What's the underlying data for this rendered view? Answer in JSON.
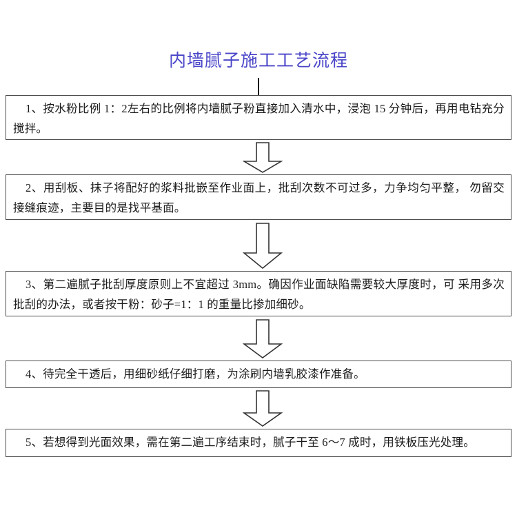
{
  "title": "内墙腻子施工工艺流程",
  "colors": {
    "title": "#4a46c8",
    "box_border": "#4d4d4d",
    "text": "#1b1b1b",
    "background": "#ffffff",
    "arrow_stroke": "#333333",
    "arrow_fill": "#ffffff"
  },
  "steps": [
    {
      "number": "1",
      "text": "1、按水粉比例 1：2左右的比例将内墙腻子粉直接加入清水中，浸泡 15 分钟后，再用电钻充分搅拌。"
    },
    {
      "number": "2",
      "text": "2、用刮板、抹子将配好的浆料批嵌至作业面上，批刮次数不可过多，力争均匀平整， 勿留交接缝痕迹，主要目的是找平基面。"
    },
    {
      "number": "3",
      "text": "3、第二遍腻子批刮厚度原则上不宜超过 3mm。确因作业面缺陷需要较大厚度时，可 采用多次批刮的办法，或者按干粉：砂子=1：1 的重量比掺加细砂。"
    },
    {
      "number": "4",
      "text": "4、待完全干透后，用细砂纸仔细打磨，为涂刷内墙乳胶漆作准备。"
    },
    {
      "number": "5",
      "text": "5、若想得到光面效果，需在第二遍工序结束时，腻子干至 6～7 成时，用铁板压光处理。"
    }
  ],
  "connectors": [
    {
      "name": "title-stem",
      "kind": "line"
    },
    {
      "name": "arrow-step1-to-step2",
      "kind": "block-down-arrow"
    },
    {
      "name": "arrow-step2-to-step3",
      "kind": "block-down-arrow"
    },
    {
      "name": "arrow-step3-to-step4",
      "kind": "block-down-arrow"
    },
    {
      "name": "arrow-step4-to-step5",
      "kind": "block-down-arrow"
    }
  ]
}
